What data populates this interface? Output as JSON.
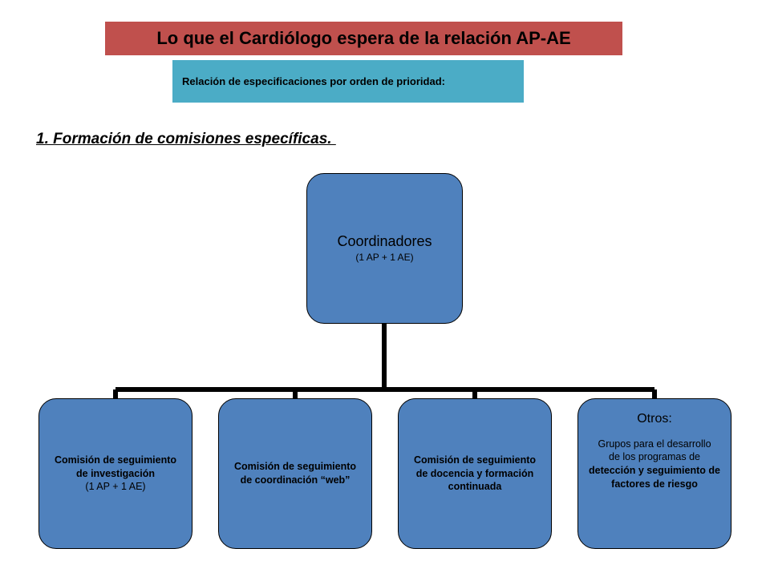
{
  "title": "Lo que el Cardiólogo espera de la relación AP-AE",
  "subtitle": "Relación de especificaciones por orden de prioridad:",
  "section_heading": "1. Formación de comisiones específicas. ",
  "org_chart": {
    "root": {
      "title": "Coordinadores",
      "subtitle": "(1 AP + 1 AE)"
    },
    "children": [
      {
        "line1": "Comisión de seguimiento",
        "line2": "de investigación",
        "line3": "(1 AP + 1 AE)"
      },
      {
        "line1": "Comisión de seguimiento",
        "line2": "de coordinación “web”"
      },
      {
        "line1": "Comisión de seguimiento",
        "line2": "de docencia y formación",
        "line3": "continuada"
      },
      {
        "title": "Otros:",
        "line1": "Grupos para el desarrollo",
        "line2": "de los programas de",
        "line3": "detección y seguimiento de",
        "line4": "factores de riesgo"
      }
    ]
  },
  "colors": {
    "title_banner": "#c0504d",
    "subtitle_box": "#4bacc6",
    "node_fill": "#4f81bd",
    "connector": "#000000"
  }
}
